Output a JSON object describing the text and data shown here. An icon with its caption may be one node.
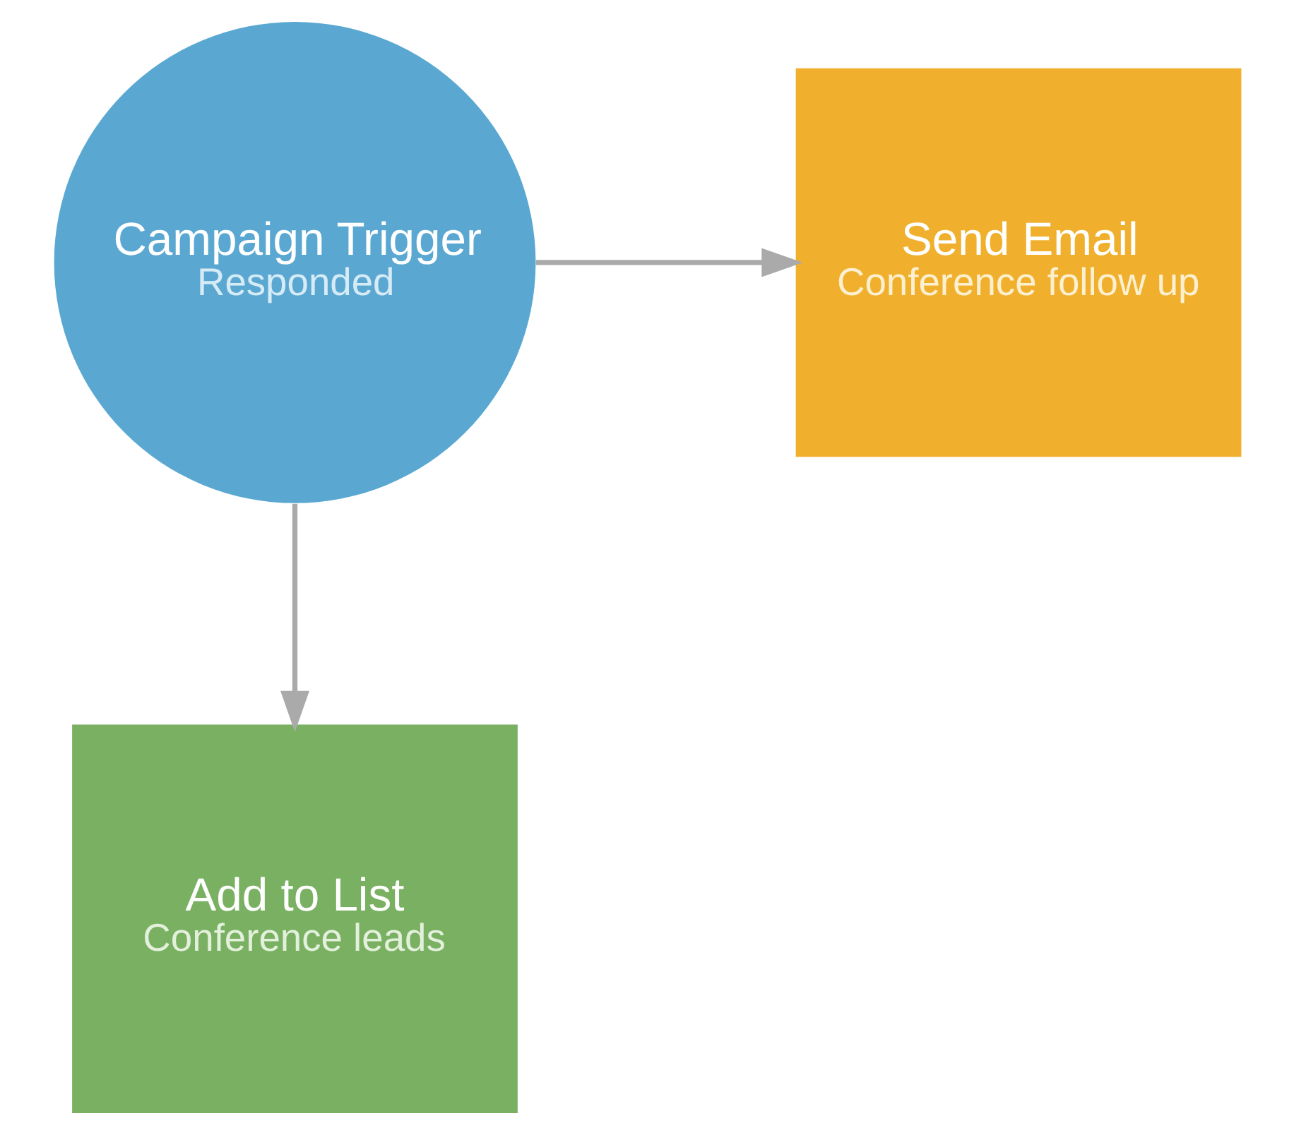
{
  "diagram": {
    "nodes": [
      {
        "text": [
          "Campaign Trigger",
          "Responded"
        ]
      },
      {
        "text": [
          "Send Email",
          "Conference follow up"
        ]
      },
      {
        "text": [
          "Add to List",
          "Conference leads"
        ]
      }
    ],
    "edges": [
      {
        "from": 0,
        "to": 1,
        "arrow": "to"
      },
      {
        "from": 0,
        "to": 2,
        "arrow": "to"
      }
    ]
  }
}
